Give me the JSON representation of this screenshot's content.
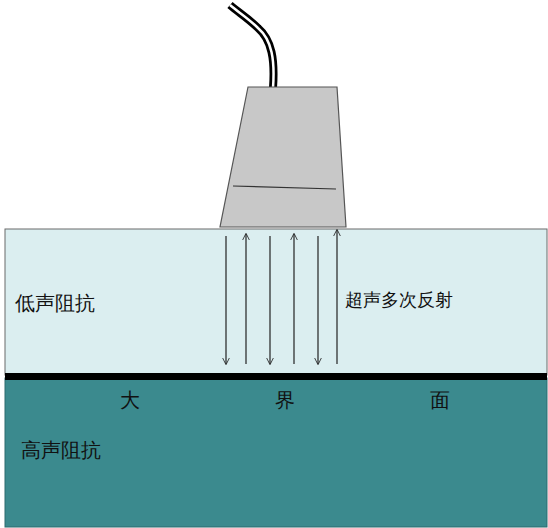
{
  "diagram": {
    "nodes": [
      {
        "text": [
          "低声阻抗"
        ]
      },
      {
        "text": [
          "高声阻抗"
        ]
      }
    ],
    "labels": [
      "超声多次反射",
      "大",
      "界",
      "面"
    ]
  }
}
